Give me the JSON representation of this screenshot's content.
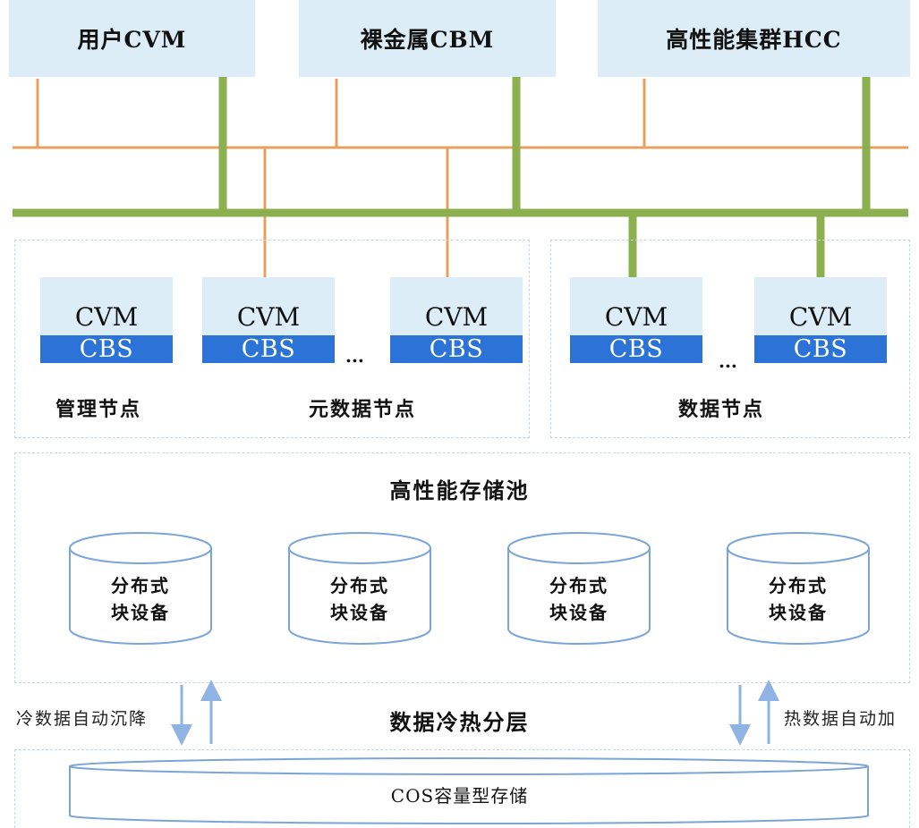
{
  "compute": {
    "user_cvm": "用户CVM",
    "bare_metal_cbm": "裸金属CBM",
    "hpc_hcc": "高性能集群HCC"
  },
  "nodes": {
    "cvm_label": "CVM",
    "cbs_label": "CBS",
    "ellipsis": "...",
    "management_label": "管理节点",
    "metadata_label": "元数据节点",
    "data_label": "数据节点"
  },
  "storage_pool": {
    "title": "高性能存储池",
    "devices": [
      {
        "line1": "分布式",
        "line2": "块设备"
      },
      {
        "line1": "分布式",
        "line2": "块设备"
      },
      {
        "line1": "分布式",
        "line2": "块设备"
      },
      {
        "line1": "分布式",
        "line2": "块设备"
      }
    ]
  },
  "tiering": {
    "title": "数据冷热分层",
    "cold_label": "冷数据自动沉降",
    "hot_label": "热数据自动加"
  },
  "cos": {
    "label": "COS容量型存储"
  },
  "colors": {
    "box_fill": "#dcedf7",
    "cbs_blue": "#2b73d6",
    "orange_line": "#e8a15c",
    "green_line": "#8cb04f",
    "dashed_border": "#c5d6e6",
    "cylinder_stroke": "#7aa5d6",
    "arrow_color": "#8fb3e2"
  }
}
